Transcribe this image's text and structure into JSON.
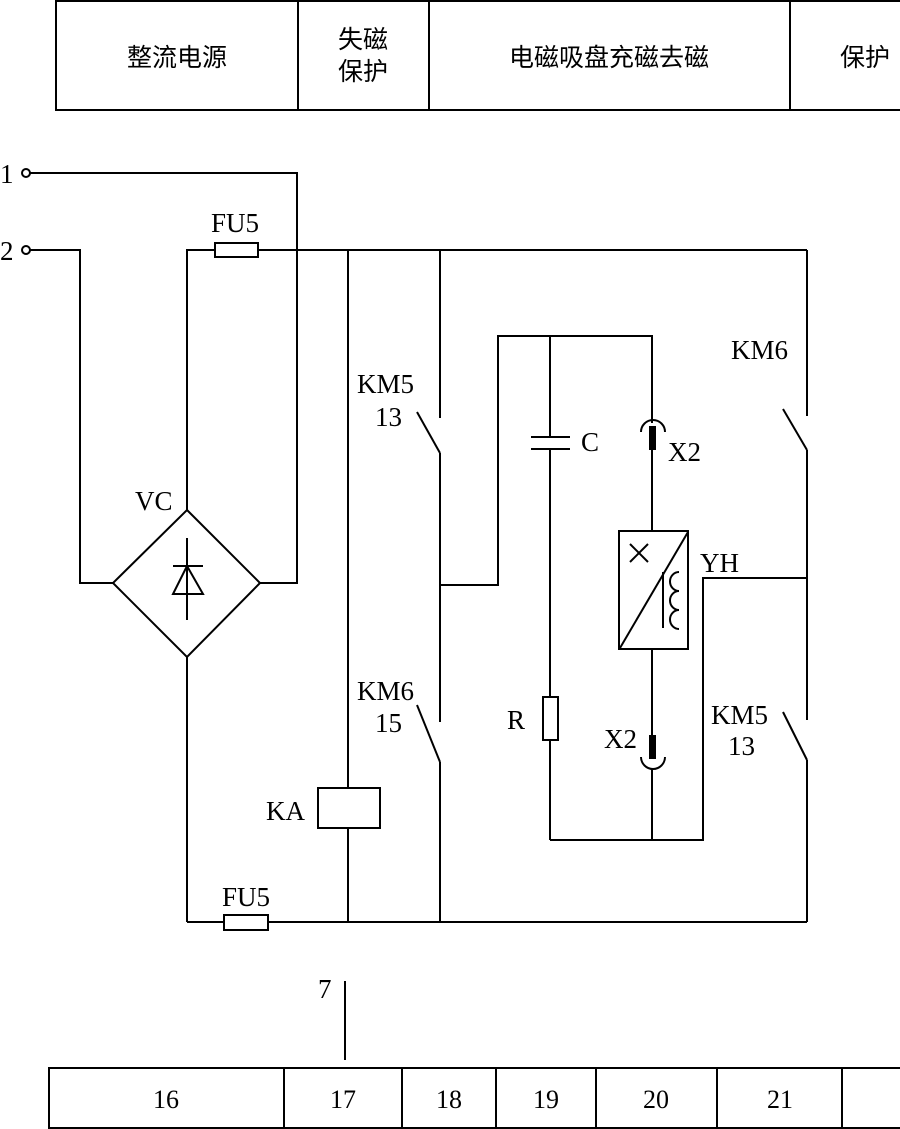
{
  "header": {
    "sections": [
      "整流电源",
      "失磁",
      "保护",
      "电磁吸盘充磁去磁",
      "保护"
    ]
  },
  "terminals": {
    "t1": "1",
    "t2": "2"
  },
  "components": {
    "fuse_top": "FU5",
    "fuse_bottom": "FU5",
    "rectifier": "VC",
    "km5_left": "KM5",
    "km5_left_num": "13",
    "km6_left": "KM6",
    "km6_left_num": "15",
    "relay": "KA",
    "capacitor": "C",
    "resistor": "R",
    "connector_top": "X2",
    "connector_bottom": "X2",
    "chuck": "YH",
    "km6_right": "KM6",
    "km5_right": "KM5",
    "km5_right_num": "13"
  },
  "wire_label": "7",
  "footer": {
    "columns": [
      "16",
      "17",
      "18",
      "19",
      "20",
      "21"
    ]
  }
}
